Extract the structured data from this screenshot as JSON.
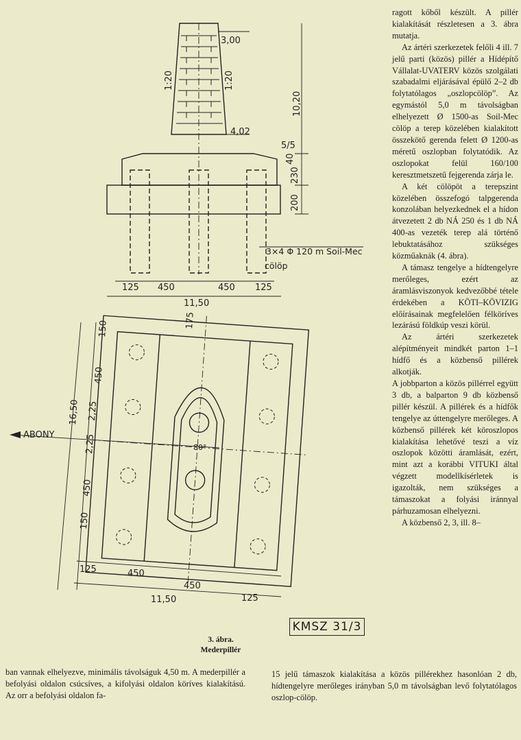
{
  "text_column": [
    {
      "t": "ragott kőből készült. A pillér kialakítását részletesen a 3. ábra mutatja.",
      "indent": false
    },
    {
      "t": "Az ártéri szerkezetek felőli 4 ill. 7 jelű parti (közös) pillér a Hídépítő Vállalat-UVATERV közös szolgálati szabadalmi eljárásával épülő 2–2 db folytatólagos „oszlopcölöp”. Az egymástól 5,0 m távolságban elhelyezett Ø 1500-as Soil-Mec cölöp a terep közelében kialakított összekötő gerenda felett Ø 1200-as méretű oszlopban folytatódik. Az oszlopokat felül 160/100 keresztmetszetű fejgerenda zárja le.",
      "indent": true
    },
    {
      "t": "A két cölöpöt a terepszint közelében összefogó talpgerenda konzolában helyezkednek el a hídon átvezetett 2 db NÁ 250 és 1 db NÁ 400-as vezeték terep alá történő lebuktatásához szükséges közműaknák (4. ábra).",
      "indent": true
    },
    {
      "t": "A támasz tengelye a hídtengelyre merőleges, ezért az áramlásviszonyok kedvezőbbé tétele érdekében a KÖTI–KÖVIZIG előírásainak megfelelően félköríves lezárású földkúp veszi körül.",
      "indent": true
    },
    {
      "t": "Az ártéri szerkezetek alépítményeit mindkét parton 1–1 hídfő és a közbenső pillérek alkotják.",
      "indent": true
    },
    {
      "t": "A jobbparton a közös pillérrel együtt 3 db, a balparton 9 db közbenső pillér készül. A pillérek és a hídfők tengelye az úttengelyre merőleges. A közbenső pillérek két köroszlopos kialakítása lehetővé teszi a víz oszlopok közötti áramlását, ezért, mint azt a korábbi VITUKI által végzett modellkísérletek is igazolták, nem szükséges a támaszokat a folyási iránnyal párhuzamosan elhelyezni.",
      "indent": false
    },
    {
      "t": "A közbenső 2, 3, ill. 8–",
      "indent": true
    }
  ],
  "caption": {
    "line1": "3. ábra.",
    "line2": "Mederpillér"
  },
  "bottom_left": "ban vannak elhelyezve, minimális távolságuk 4,50 m. A mederpillér a befolyási oldalon csúcsíves, a kifolyási oldalon köríves kialakítású. Az orr a befolyási oldalon fa-",
  "bottom_right": "15 jelű támaszok kialakítása a közös pillérekhez hasonlóan 2 db, hídtengelyre merőleges irányban 5,0 m távolságban levő folytatólagos oszlop-cölöp.",
  "stamp": "KMSZ 31/3",
  "elevation_labels": {
    "top_width": "3,00",
    "left_batter": "1:20",
    "right_batter": "1:20",
    "height": "10,20",
    "base_width": "4,02",
    "slope": "5/5",
    "cap_top": "40",
    "cap_mid": "230",
    "cap_bot": "200",
    "piles": "3×4 Φ 120 m Soil-Mec",
    "piles2": "cölöp",
    "dim_a": "125",
    "dim_b": "450",
    "dim_c": "450",
    "dim_d": "125",
    "total": "11,50"
  },
  "plan_labels": {
    "direction": "ABONY",
    "top_offset": "175",
    "d150a": "150",
    "d450a": "450",
    "d2250": "2,25",
    "d2250b": "2,25",
    "d450b": "450",
    "d150b": "150",
    "total_len": "16,50",
    "b125a": "125",
    "b450a": "450",
    "b450b": "450",
    "b125b": "125",
    "b_total": "11,50",
    "angle": "80°"
  }
}
